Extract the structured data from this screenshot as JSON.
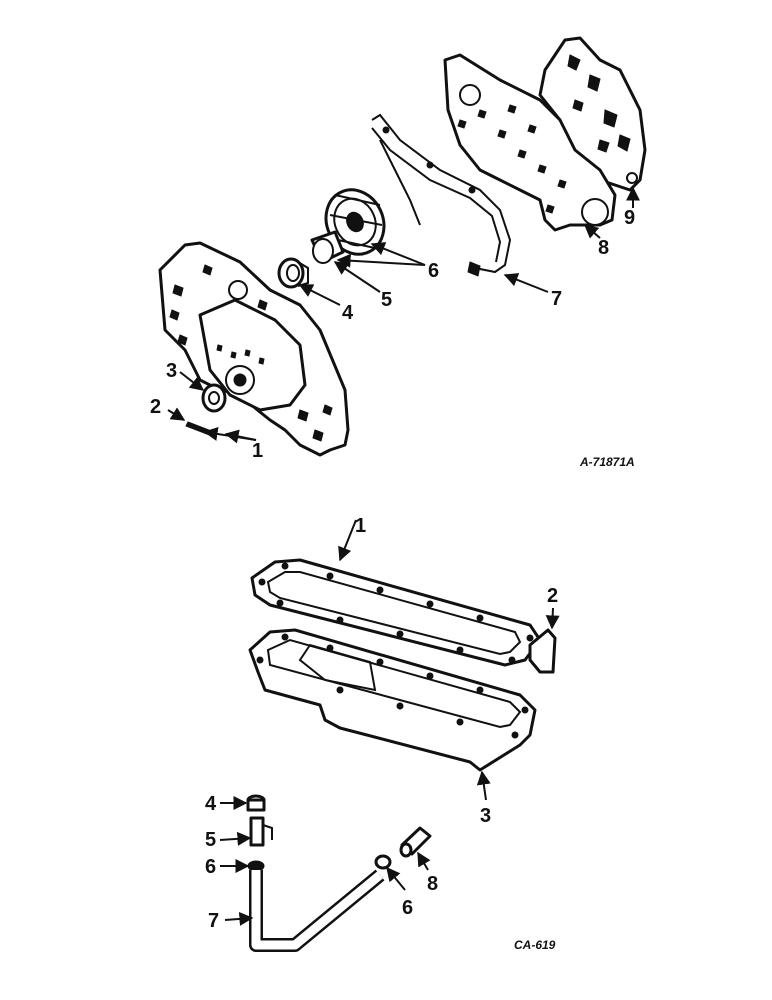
{
  "figures": [
    {
      "code": "A-71871A",
      "callouts": [
        "1",
        "2",
        "3",
        "4",
        "5",
        "6",
        "7",
        "8",
        "9"
      ]
    },
    {
      "code": "CA-619",
      "callouts": [
        "1",
        "2",
        "3",
        "4",
        "5",
        "6",
        "7",
        "6",
        "8"
      ]
    }
  ]
}
